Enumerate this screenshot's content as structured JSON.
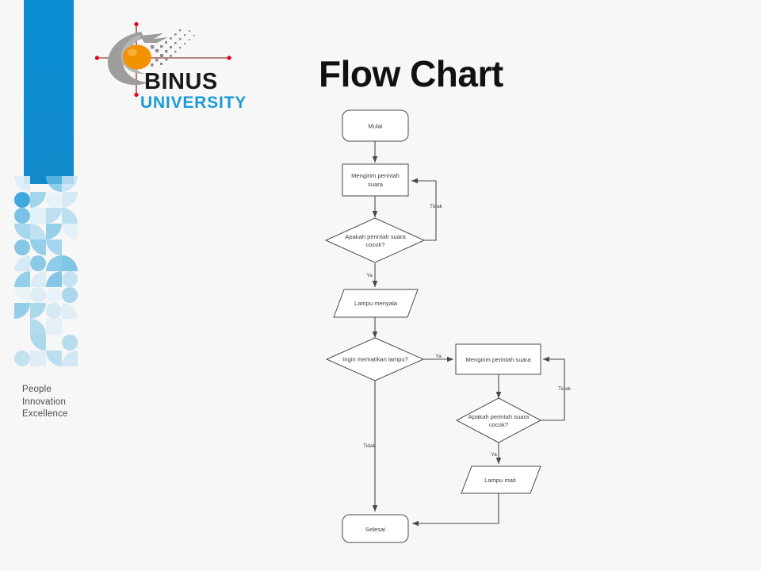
{
  "slide": {
    "background_color": "#f7f7f7",
    "title": "Flow Chart"
  },
  "brand": {
    "name": "BINUS",
    "sub_name": "UNIVERSITY",
    "accent_orange": "#F39200",
    "accent_blue": "#1C9AD6",
    "accent_gray": "#9D9D9C",
    "accent_red": "#E30613",
    "tagline": {
      "line1": "People",
      "line2": "Innovation",
      "line3": "Excellence"
    }
  },
  "sidebar": {
    "top_color": "#0B8ED4",
    "bottom_color": "#1289CB"
  },
  "chart_data": {
    "type": "diagram",
    "title": "Flow Chart",
    "nodes": [
      {
        "id": "start",
        "label": "Mulai",
        "shape": "terminator"
      },
      {
        "id": "cmd1",
        "label": "Mengirim perintah suara",
        "shape": "process"
      },
      {
        "id": "check1",
        "label": "Apakah perintah suara cocok?",
        "shape": "decision"
      },
      {
        "id": "lampon",
        "label": "Lampu menyala",
        "shape": "io"
      },
      {
        "id": "turnoff",
        "label": "Ingin mematikan lampu?",
        "shape": "decision"
      },
      {
        "id": "cmd2",
        "label": "Mengirim perintah suara",
        "shape": "process"
      },
      {
        "id": "check2",
        "label": "Apakah perintah suara cocok?",
        "shape": "decision"
      },
      {
        "id": "lampoff",
        "label": "Lampu mati",
        "shape": "io"
      },
      {
        "id": "end",
        "label": "Selesai",
        "shape": "terminator"
      }
    ],
    "edges": [
      {
        "from": "start",
        "to": "cmd1",
        "label": ""
      },
      {
        "from": "cmd1",
        "to": "check1",
        "label": ""
      },
      {
        "from": "check1",
        "to": "cmd1",
        "label": "Tidak"
      },
      {
        "from": "check1",
        "to": "lampon",
        "label": "Ya"
      },
      {
        "from": "lampon",
        "to": "turnoff",
        "label": ""
      },
      {
        "from": "turnoff",
        "to": "cmd2",
        "label": "Ya"
      },
      {
        "from": "turnoff",
        "to": "end",
        "label": "Tidak"
      },
      {
        "from": "cmd2",
        "to": "check2",
        "label": ""
      },
      {
        "from": "check2",
        "to": "cmd2",
        "label": "Tidak"
      },
      {
        "from": "check2",
        "to": "lampoff",
        "label": "Ya"
      },
      {
        "from": "lampoff",
        "to": "end",
        "label": ""
      }
    ]
  },
  "flow": {
    "node_start": "Mulai",
    "node_cmd1_line1": "Mengirim perintah",
    "node_cmd1_line2": "suara",
    "node_check1_line1": "Apakah perintah suara",
    "node_check1_line2": "cocok?",
    "edge_tidak_1": "Tidak",
    "edge_ya_1": "Ya",
    "node_lampon": "Lampu menyala",
    "node_turnoff": "Ingin mematikan lampu?",
    "edge_ya_2": "Ya",
    "edge_tidak_2": "Tidak",
    "node_cmd2": "Mengirim perintah suara",
    "node_check2_line1": "Apakah perintah suara",
    "node_check2_line2": "cocok?",
    "edge_tidak_3": "Tidak",
    "edge_ya_3": "Ya",
    "node_lampoff": "Lampu mati",
    "node_end": "Selesai"
  }
}
